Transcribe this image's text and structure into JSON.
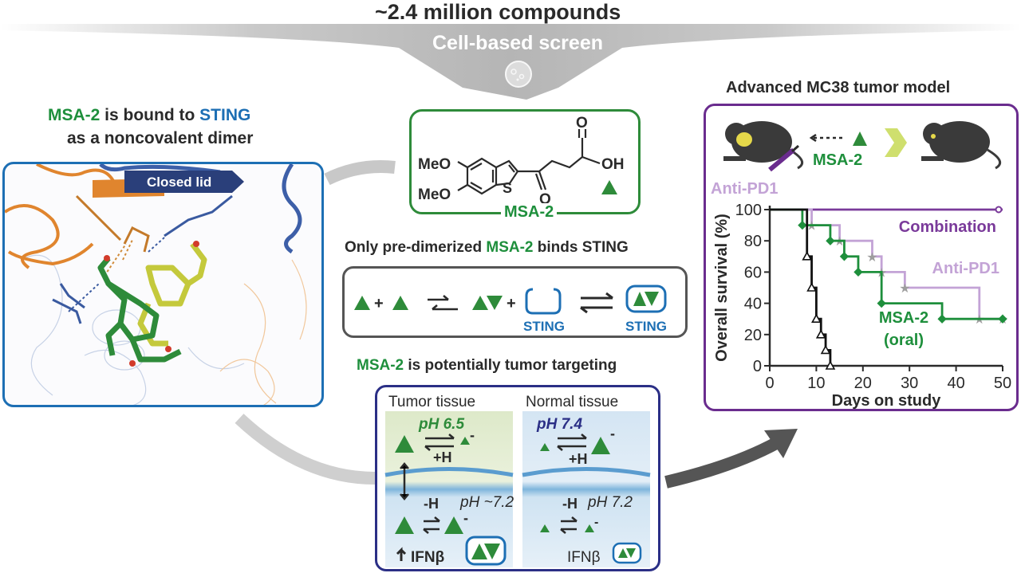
{
  "header": {
    "title": "~2.4 million compounds",
    "subtitle": "Cell-based screen"
  },
  "left_panel": {
    "title_line1_part1": "MSA-2",
    "title_line1_part2": " is bound to ",
    "title_line1_part3": "STING",
    "title_line2": "as a noncovalent dimer",
    "lid_label": "Closed lid"
  },
  "structure": {
    "meo_top": "MeO",
    "meo_bottom": "MeO",
    "sulfur": "S",
    "oxygen_ketone": "O",
    "oxygen_acid": "O",
    "oh": "OH",
    "label": "MSA-2"
  },
  "dimerization": {
    "title_part1": "Only pre-dimerized ",
    "title_part2": "MSA-2",
    "title_part3": " binds STING",
    "plus1": "+",
    "plus2": "+",
    "sting_label1": "STING",
    "sting_label2": "STING"
  },
  "targeting": {
    "title_part1": "MSA-2",
    "title_part2": " is potentially tumor targeting",
    "tumor_title": "Tumor tissue",
    "normal_title": "Normal tissue",
    "tumor_ph": "pH 6.5",
    "normal_ph": "pH 7.4",
    "plus_h_tumor": "+H",
    "plus_h_normal": "+H",
    "minus_h_tumor": "-H",
    "minus_h_normal": "-H",
    "inner_ph_tumor": "pH ~7.2",
    "inner_ph_normal": "pH 7.2",
    "ifn_tumor": "IFNβ",
    "ifn_normal": "IFNβ",
    "charge": "-"
  },
  "right_panel": {
    "title": "Advanced MC38 tumor model",
    "msa2_label": "MSA-2",
    "antipd1_label": "Anti-PD1"
  },
  "colors": {
    "green": "#1e8f3c",
    "blue": "#1d6fb4",
    "navy": "#2b2f86",
    "purple": "#6a2c8e",
    "lilac": "#c3a3d6",
    "gray": "#b8b8b8"
  },
  "chart_data": {
    "type": "line",
    "xlabel": "Days on study",
    "ylabel": "Overall survival (%)",
    "xlim": [
      0,
      50
    ],
    "ylim": [
      0,
      100
    ],
    "xticks": [
      0,
      10,
      20,
      30,
      40,
      50
    ],
    "yticks": [
      0,
      20,
      40,
      60,
      80,
      100
    ],
    "series": [
      {
        "name": "Combination",
        "color": "#7a3a9a",
        "x": [
          0,
          50
        ],
        "y": [
          100,
          100
        ]
      },
      {
        "name": "Anti-PD1",
        "color": "#c3a3d6",
        "x": [
          0,
          9,
          15,
          22,
          24,
          29,
          45,
          50
        ],
        "y": [
          100,
          90,
          80,
          70,
          60,
          50,
          30,
          30
        ]
      },
      {
        "name": "MSA-2 (oral)",
        "color": "#1e8f3c",
        "x": [
          0,
          7,
          13,
          16,
          19,
          24,
          37,
          50
        ],
        "y": [
          100,
          90,
          80,
          70,
          60,
          40,
          30,
          30
        ]
      },
      {
        "name": "",
        "color": "#111111",
        "x": [
          0,
          8,
          9,
          10,
          11,
          12,
          13
        ],
        "y": [
          100,
          70,
          50,
          30,
          20,
          10,
          0
        ]
      }
    ],
    "labels": {
      "combination": "Combination",
      "antipd1": "Anti-PD1",
      "msa2_line1": "MSA-2",
      "msa2_line2": "(oral)"
    }
  }
}
